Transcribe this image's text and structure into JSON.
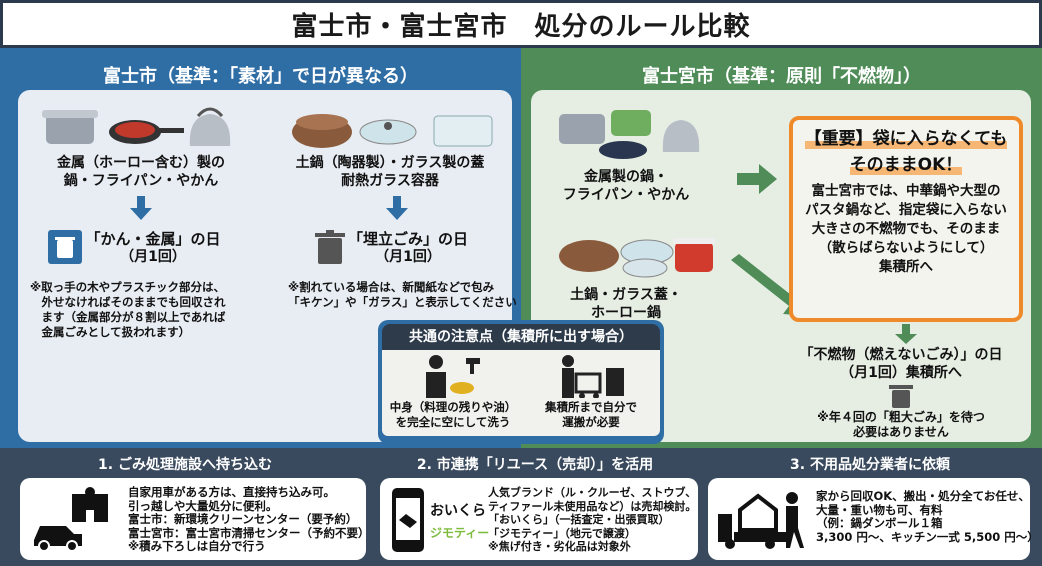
{
  "title": "富士市・富士宮市　処分のルール比較",
  "fuji": {
    "header": "富士市（基準：「素材」で日が異なる）",
    "metal": {
      "items": "金属（ホーロー含む）製の\n鍋・フライパン・やかん",
      "day": "「かん・金属」の日",
      "freq": "（月1回）",
      "note": "※取っ手の木やプラスチック部分は、\n　外せなければそのままでも回収され\n　ます（金属部分が８割以上であれば\n　金属ごみとして扱われます）"
    },
    "ceramic": {
      "items": "土鍋（陶器製）・ガラス製の蓋\n耐熱ガラス容器",
      "day": "「埋立ごみ」の日",
      "freq": "（月1回）",
      "note": "※割れている場合は、新聞紙などで包み\n「キケン」や「ガラス」と表示してください"
    }
  },
  "fujinomiya": {
    "header": "富士宮市（基準：原則「不燃物」）",
    "metal_items": "金属製の鍋・\nフライパン・やかん",
    "ceramic_items": "土鍋・ガラス蓋・\nホーロー鍋",
    "important": {
      "title1": "【重要】袋に入らなくても",
      "title2": "そのままOK！",
      "body": "富士宮市では、中華鍋や大型の\nパスタ鍋など、指定袋に入らない\n大きさの不燃物でも、そのまま\n（散らばらないようにして）\n集積所へ"
    },
    "day": "「不燃物（燃えないごみ）」の日\n（月1回）集積所へ",
    "note": "※年４回の「粗大ごみ」を待つ\n必要はありません"
  },
  "common": {
    "header": "共通の注意点（集積所に出す場合）",
    "item1": "中身（料理の残りや油）\nを完全に空にして洗う",
    "item2": "集積所まで自分で\n運搬が必要"
  },
  "options": [
    {
      "header": "1. ごみ処理施設へ持ち込む",
      "text": "自家用車がある方は、直接持ち込み可。\n引っ越しや大量処分に便利。\n富士市：新環境クリーンセンター（要予約）\n富士宮市：富士宮市清掃センター（予約不要）\n※積み下ろしは自分で行う"
    },
    {
      "header": "2. 市連携「リユース（売却）」を活用",
      "brand1": "おいくら",
      "brand2": "ジモティー",
      "text": "人気ブランド（ル・クルーゼ、ストウブ、\nティファール未使用品など）は売却検討。\n「おいくら」（一括査定・出張買取）\n「ジモティー」（地元で譲渡）\n※焦げ付き・劣化品は対象外"
    },
    {
      "header": "3. 不用品処分業者に依頼",
      "text": "家から回収OK、搬出・処分全てお任せ、\n大量・重い物も可、有料\n（例：鍋ダンボール１箱\n3,300 円〜、キッチン一式 5,500 円〜）"
    }
  ],
  "colors": {
    "blue": "#2f6ea5",
    "green": "#4f8c58",
    "orange": "#ef8a2a",
    "dark": "#3a4a5e"
  }
}
